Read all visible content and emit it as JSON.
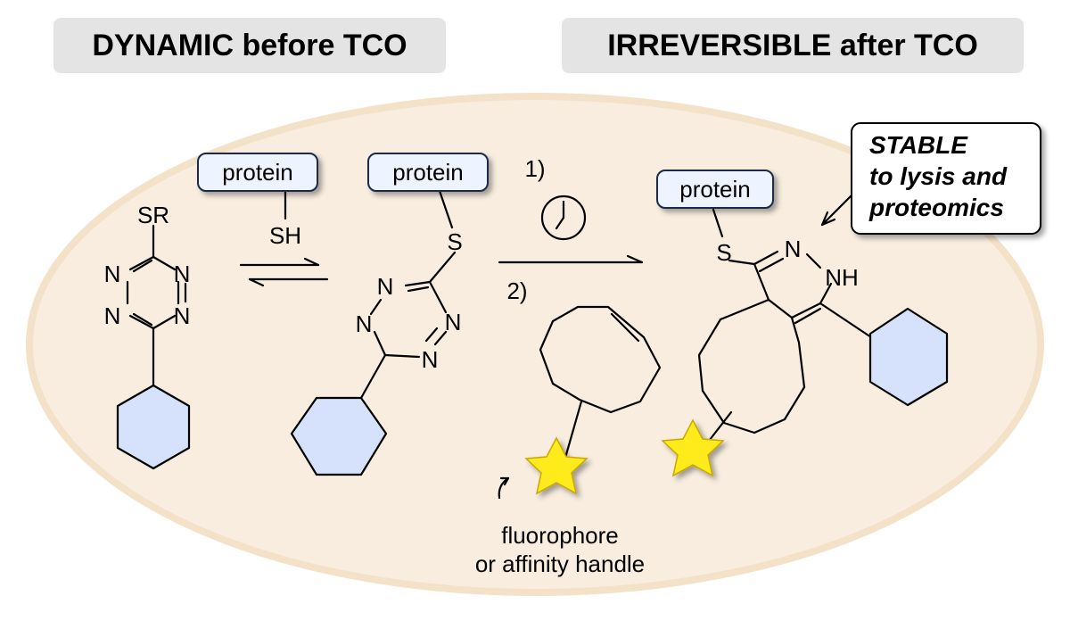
{
  "headers": {
    "left": "DYNAMIC before TCO",
    "right": "IRREVERSIBLE after TCO"
  },
  "protein_label": "protein",
  "atoms": {
    "sr": "SR",
    "sh": "SH",
    "s": "S",
    "n": "N",
    "nh": "NH"
  },
  "steps": {
    "step1": "1)",
    "step2": "2)"
  },
  "callout": {
    "line1": "STABLE",
    "line2": "to lysis and",
    "line3": "proteomics"
  },
  "handle_label": {
    "line1": "fluorophore",
    "line2": "or affinity handle"
  },
  "colors": {
    "cell_fill": "#f8eddf",
    "cell_border": "#f3e1c8",
    "ring_fill": "#d6e2fb",
    "protein_box_fill": "#eef4ff",
    "star_fill": "#ffea1c",
    "header_fill": "#e4e4e4"
  }
}
